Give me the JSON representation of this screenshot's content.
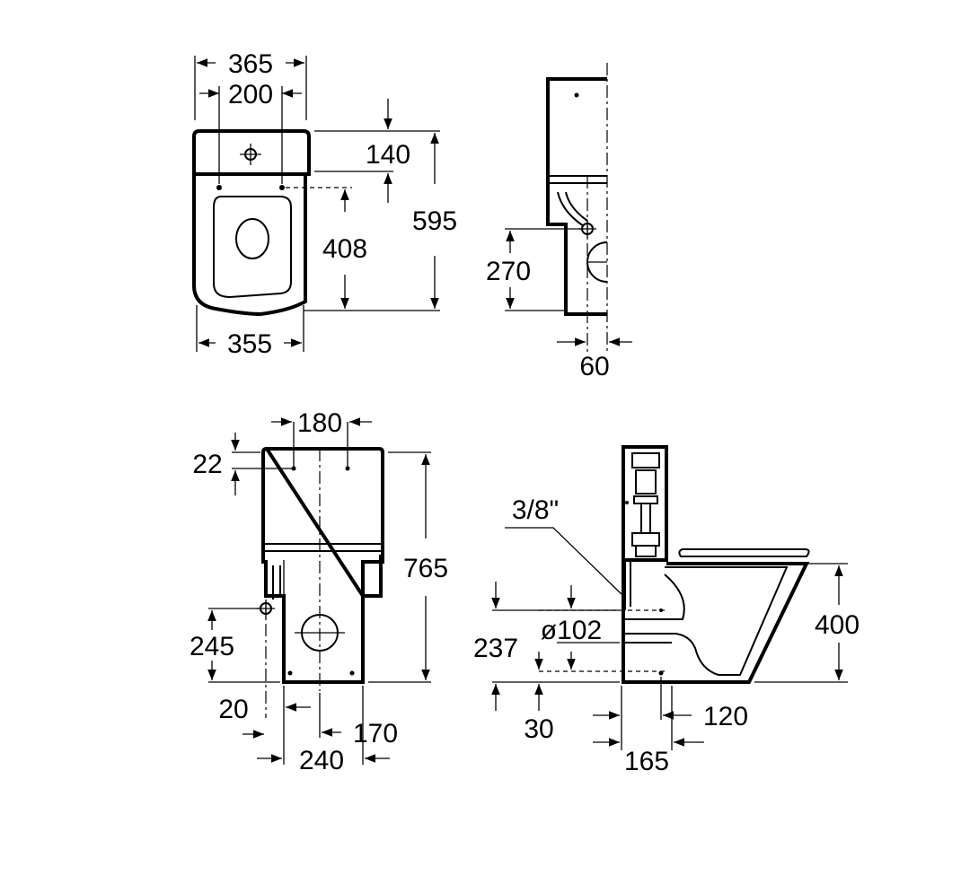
{
  "dimensions": {
    "top_view": {
      "overall_width": "365",
      "fixing_spacing": "200",
      "cistern_depth": "140",
      "overall_length": "595",
      "fixing_to_front": "408",
      "bowl_width": "355"
    },
    "side_view": {
      "outlet_height": "270",
      "outlet_offset": "60"
    },
    "rear_view": {
      "fixing_spacing": "180",
      "hole_offset": "22",
      "overall_height": "765",
      "inlet_height": "245",
      "inlet_offset": "20",
      "outlet_offset": "170",
      "foot_width": "240"
    },
    "section_view": {
      "inlet_thread": "3/8\"",
      "outlet_diameter": "ø102",
      "outlet_height": "237",
      "outlet_base": "30",
      "fixing_offset": "120",
      "foot_depth": "165",
      "seat_height": "400"
    }
  },
  "colors": {
    "line": "#000000",
    "background": "#ffffff"
  }
}
